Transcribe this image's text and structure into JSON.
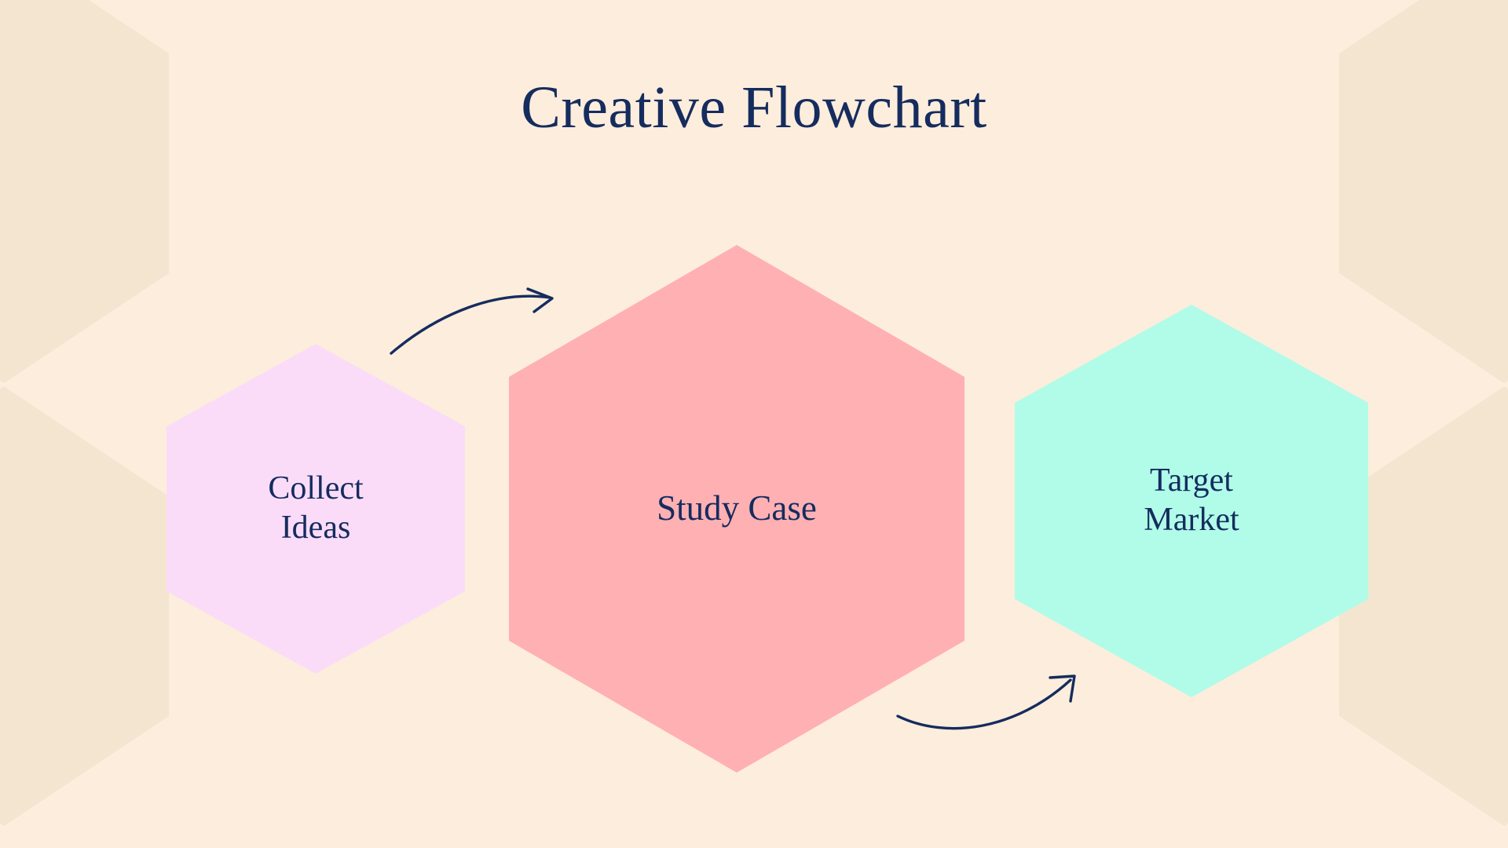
{
  "document": {
    "title": "Creative Flowchart",
    "background_color": "#FDEDDC",
    "text_color": "#152C5E",
    "decor_color": "#F4E5D1"
  },
  "nodes": [
    {
      "id": "collect-ideas",
      "label": "Collect\nIdeas",
      "shape": "hexagon",
      "color": "#FBDCF8",
      "size": "small",
      "order": 1
    },
    {
      "id": "study-case",
      "label": "Study Case",
      "shape": "hexagon",
      "color": "#FFB0B3",
      "size": "large",
      "order": 2
    },
    {
      "id": "target-market",
      "label": "Target\nMarket",
      "shape": "hexagon",
      "color": "#B0FCE8",
      "size": "medium",
      "order": 3
    }
  ],
  "connectors": [
    {
      "id": "arrow-collect-to-study",
      "from": "collect-ideas",
      "to": "study-case",
      "style": "curved-arrow",
      "color": "#152C5E"
    },
    {
      "id": "arrow-study-to-target",
      "from": "study-case",
      "to": "target-market",
      "style": "curved-arrow",
      "color": "#152C5E"
    }
  ],
  "decor": {
    "hexagons": [
      {
        "id": "bg-hex-left-top",
        "edge": "left"
      },
      {
        "id": "bg-hex-left-bottom",
        "edge": "left"
      },
      {
        "id": "bg-hex-right-top",
        "edge": "right"
      },
      {
        "id": "bg-hex-right-bottom",
        "edge": "right"
      }
    ]
  }
}
